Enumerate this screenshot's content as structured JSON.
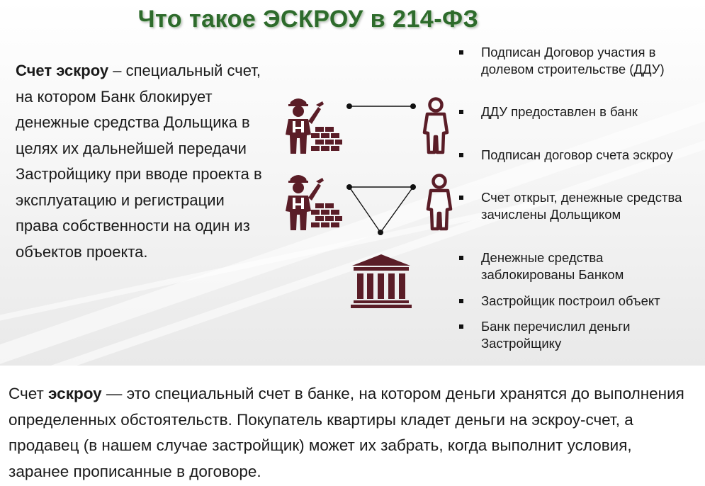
{
  "colors": {
    "title": "#2e6b2c",
    "icon": "#5a1d27",
    "text": "#1a1a1a"
  },
  "slide": {
    "title": "Что такое ЭСКРОУ в 214-ФЗ",
    "definition": {
      "term": "Счет эскроу",
      "text": " – специальный счет, на котором Банк блокирует денежные средства Дольщика в целях их дальнейшей передачи Застройщику при вводе проекта в эксплуатацию и регистрации права собственности на один из объектов проекта."
    },
    "diagram": {
      "icons": [
        "builder-icon",
        "person-icon",
        "builder-icon",
        "person-icon",
        "bank-icon"
      ]
    },
    "steps": [
      "Подписан Договор участия в долевом строительстве (ДДУ)",
      "ДДУ предоставлен  в банк",
      "Подписан договор счета эскроу",
      "Счет открыт, денежные средства зачислены Дольщиком",
      "Денежные средства заблокированы Банком",
      "Застройщик построил объект",
      "Банк перечислил деньги Застройщику"
    ]
  },
  "caption": {
    "prefix": "Счет ",
    "term": "эскроу",
    "text": " — это специальный счет в банке, на котором деньги хранятся до выполнения определенных обстоятельств. Покупатель квартиры кладет деньги на эскроу-счет, а продавец (в нашем случае застройщик) может их забрать, когда выполнит условия, заранее прописанные в договоре."
  }
}
